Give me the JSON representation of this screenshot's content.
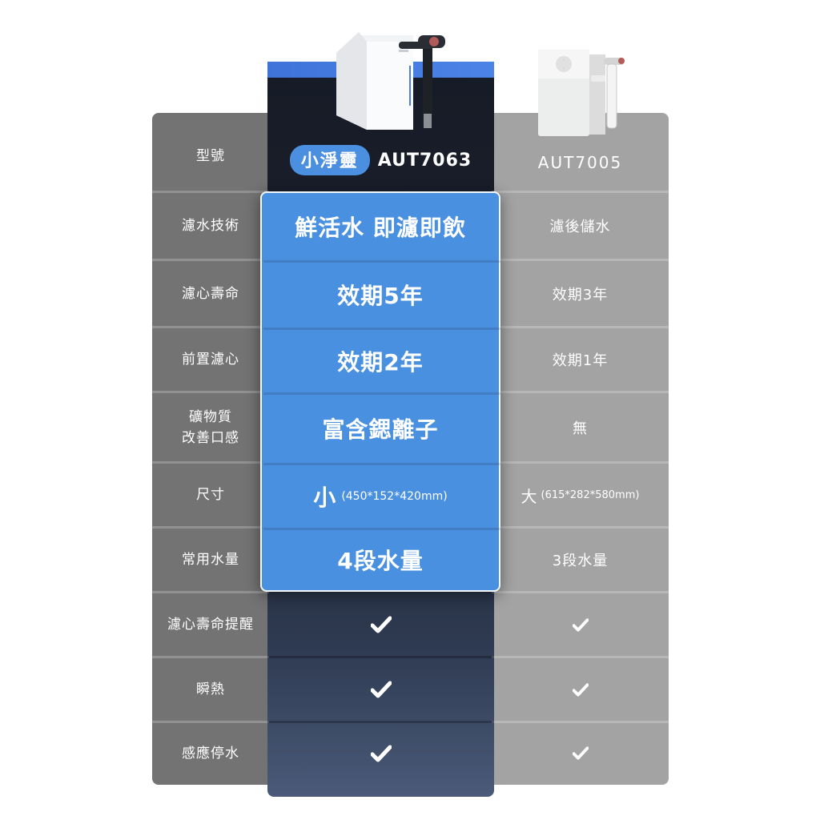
{
  "header": {
    "brand_name": "小淨靈",
    "model_main": "AUT7063",
    "model_compare": "AUT7005"
  },
  "rows": [
    {
      "label": "型號"
    },
    {
      "label": "濾水技術",
      "main": "鮮活水 即濾即飲",
      "compare": "濾後儲水"
    },
    {
      "label": "濾心壽命",
      "main": "效期5年",
      "compare": "效期3年"
    },
    {
      "label": "前置濾心",
      "main": "效期2年",
      "compare": "效期1年"
    },
    {
      "label_line1": "礦物質",
      "label_line2": "改善口感",
      "main": "富含鍶離子",
      "compare": "無"
    },
    {
      "label": "尺寸",
      "main": "小",
      "main_note": "(450*152*420mm)",
      "compare": "大",
      "compare_note": "(615*282*580mm)"
    },
    {
      "label": "常用水量",
      "main": "4段水量",
      "compare": "3段水量"
    },
    {
      "label": "濾心壽命提醒",
      "main_icon": "check-icon",
      "compare_icon": "check-icon"
    },
    {
      "label": "瞬熱",
      "main_icon": "check-icon",
      "compare_icon": "check-icon"
    },
    {
      "label": "感應停水",
      "main_icon": "check-icon",
      "compare_icon": "check-icon"
    }
  ],
  "colors": {
    "accent_blue": "#4a90e0",
    "dark_column": "#1c2230",
    "left_column": "#737373",
    "right_column": "#a3a3a3"
  }
}
